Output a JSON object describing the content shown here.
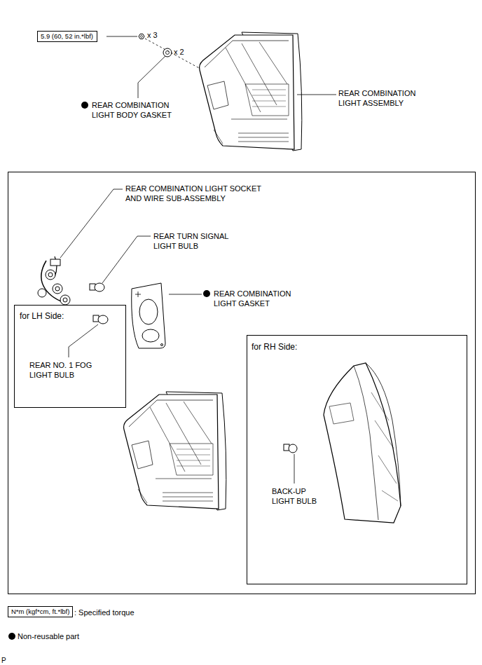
{
  "diagram": {
    "nodes": [
      {
        "text": [
          "5.9 (60, 52 in.*lbf)"
        ]
      },
      {
        "text": [
          "for LH Side:"
        ]
      },
      {
        "text": [
          "for RH Side:"
        ]
      }
    ],
    "labels": [
      "x 3",
      "x 2",
      "REAR COMBINATION LIGHT BODY GASKET",
      "REAR COMBINATION LIGHT ASSEMBLY",
      "REAR COMBINATION LIGHT SOCKET AND WIRE SUB-ASSEMBLY",
      "REAR TURN SIGNAL LIGHT BULB",
      "REAR COMBINATION LIGHT GASKET",
      "REAR NO. 1 FOG LIGHT BULB",
      "BACK-UP LIGHT BULB",
      "N*m (kgf*cm, ft.*lbf)",
      "P"
    ],
    "legend": [
      {
        "text": ": Specified torque"
      },
      {
        "text": "Non-reusable part"
      }
    ]
  }
}
